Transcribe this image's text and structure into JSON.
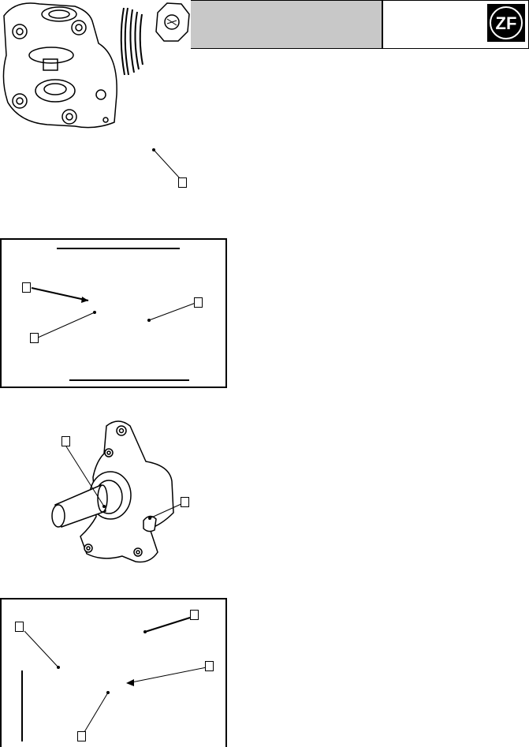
{
  "header": {
    "title": "",
    "logo_text": "ZF"
  },
  "figures": [
    {
      "name": "figure-1",
      "callouts": [
        ""
      ]
    },
    {
      "name": "figure-2",
      "callouts": [
        "",
        "",
        ""
      ]
    },
    {
      "name": "figure-3",
      "callouts": [
        "",
        ""
      ]
    },
    {
      "name": "figure-4",
      "callouts": [
        "",
        "",
        "",
        ""
      ]
    }
  ],
  "colors": {
    "header_band": "#c8c8c8",
    "logo_bg": "#000000",
    "logo_fg": "#ffffff"
  }
}
